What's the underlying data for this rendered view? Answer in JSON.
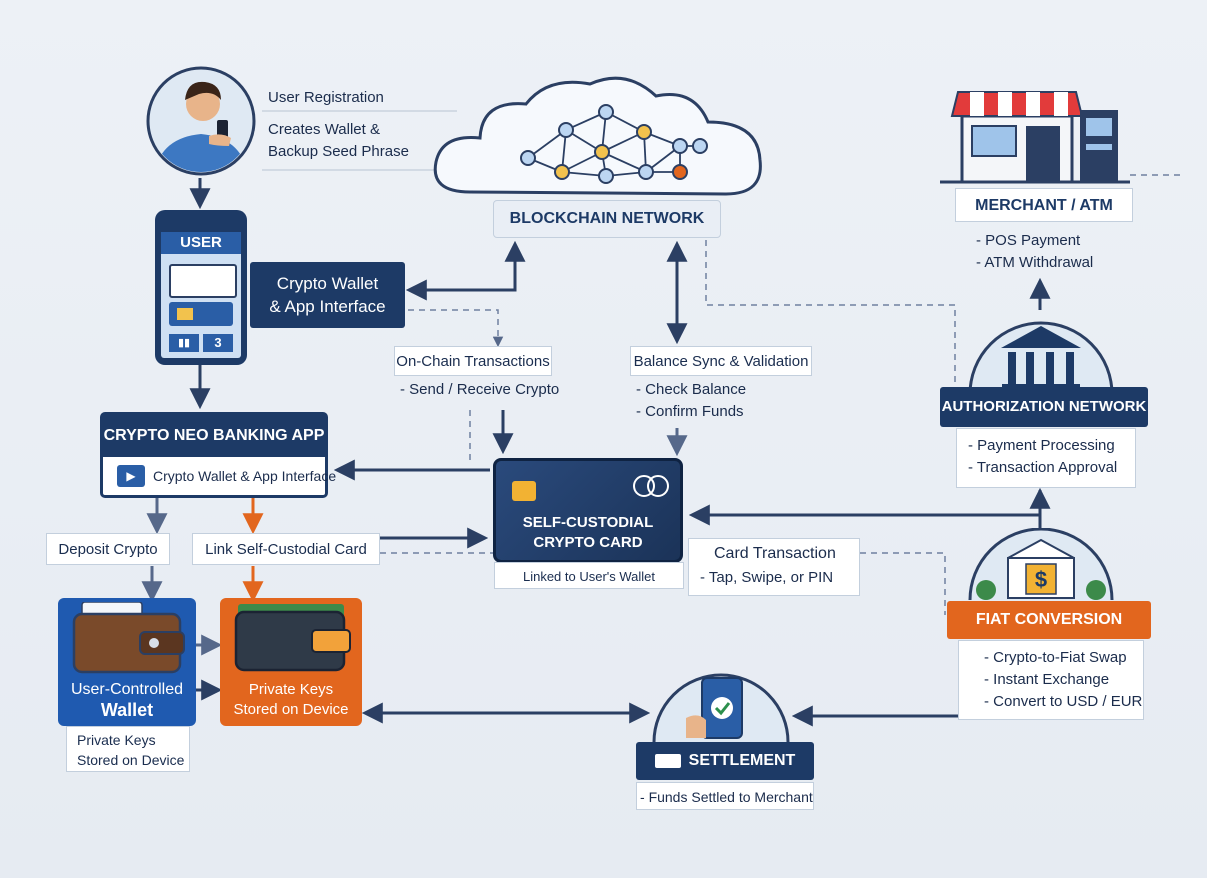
{
  "user_steps": {
    "registration": "User Registration",
    "wallet_line1": "Creates Wallet &",
    "wallet_line2": "Backup Seed Phrase"
  },
  "phone": {
    "header": "USER",
    "tab_number": "3"
  },
  "crypto_wallet_app": {
    "line1": "Crypto Wallet",
    "line2": "& App Interface"
  },
  "blockchain": {
    "label": "BLOCKCHAIN NETWORK"
  },
  "on_chain": {
    "title": "On-Chain Transactions",
    "items": [
      "Send / Receive Crypto"
    ]
  },
  "balance_sync": {
    "title": "Balance Sync & Validation",
    "items": [
      "Check Balance",
      "Confirm Funds"
    ]
  },
  "neo_bank": {
    "title": "CRYPTO NEO BANKING APP",
    "sub": "Crypto Wallet & App Interface"
  },
  "deposit": {
    "label": "Deposit Crypto"
  },
  "link_card": {
    "label": "Link Self-Custodial Card"
  },
  "card": {
    "line1": "SELF-CUSTODIAL",
    "line2": "CRYPTO CARD",
    "caption": "Linked to User's Wallet"
  },
  "card_txn": {
    "title": "Card Transaction",
    "items": [
      "Tap, Swipe, or PIN"
    ]
  },
  "merchant": {
    "title": "MERCHANT / ATM",
    "items": [
      "POS Payment",
      "ATM Withdrawal"
    ]
  },
  "authorization": {
    "title": "AUTHORIZATION NETWORK",
    "items": [
      "Payment Processing",
      "Transaction Approval"
    ]
  },
  "fiat": {
    "title": "FIAT CONVERSION",
    "items": [
      "Crypto-to-Fiat Swap",
      "Instant Exchange",
      "Convert to USD / EUR"
    ],
    "symbol": "$"
  },
  "settlement": {
    "title": "SETTLEMENT",
    "items": [
      "Funds Settled to Merchant"
    ]
  },
  "user_wallet": {
    "line1": "User-Controlled",
    "line2": "Wallet",
    "caption_line1": "Private Keys",
    "caption_line2": "Stored on Device"
  },
  "private_keys": {
    "line1": "Private Keys",
    "line2": "Stored on Device"
  },
  "colors": {
    "navy": "#1d3a66",
    "orange": "#e2661e",
    "blue": "#1f5ab0",
    "arrow": "#2b3f63"
  }
}
